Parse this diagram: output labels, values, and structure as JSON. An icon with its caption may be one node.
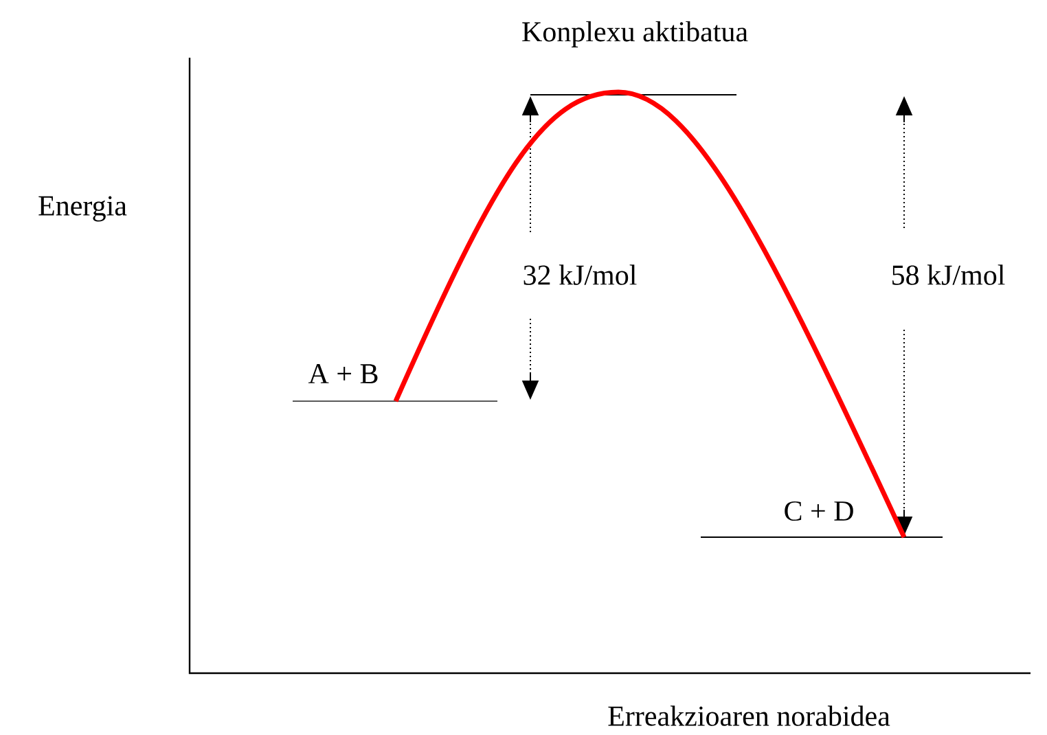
{
  "diagram": {
    "labels": [
      "Konplexu aktibatua",
      "Energia",
      "32 kJ/mol",
      "58 kJ/mol",
      "A + B",
      "C + D",
      "Erreakzioaren norabidea"
    ]
  }
}
